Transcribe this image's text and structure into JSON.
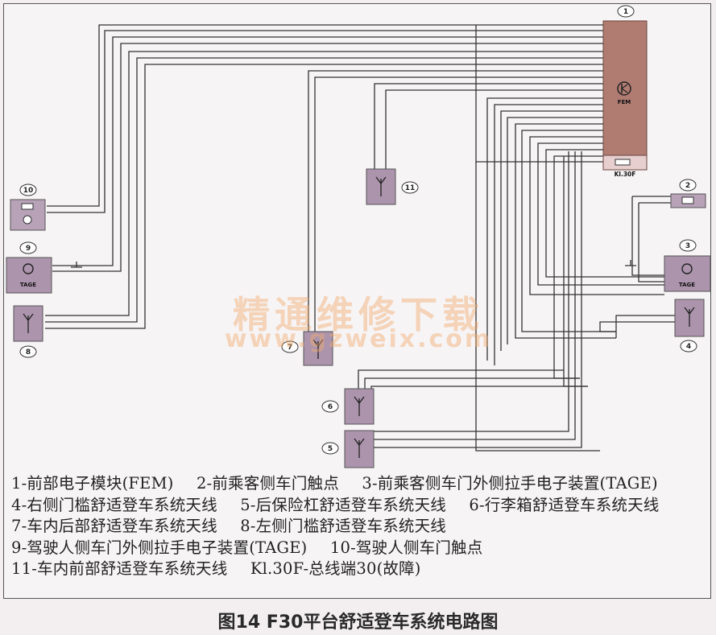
{
  "diagram": {
    "components": {
      "c1": {
        "number": "1",
        "label": "FEM",
        "terminal": "Kl.30F"
      },
      "c2": {
        "number": "2"
      },
      "c3": {
        "number": "3",
        "label": "TAGE"
      },
      "c4": {
        "number": "4"
      },
      "c5": {
        "number": "5"
      },
      "c6": {
        "number": "6"
      },
      "c7": {
        "number": "7"
      },
      "c8": {
        "number": "8"
      },
      "c9": {
        "number": "9",
        "label": "TAGE"
      },
      "c10": {
        "number": "10"
      },
      "c11": {
        "number": "11"
      }
    }
  },
  "legend": [
    "1-前部电子模块(FEM)",
    "2-前乘客侧车门触点",
    "3-前乘客侧车门外侧拉手电子装置(TAGE)",
    "4-右侧门槛舒适登车系统天线",
    "5-后保险杠舒适登车系统天线",
    "6-行李箱舒适登车系统天线",
    "7-车内后部舒适登车系统天线",
    "8-左侧门槛舒适登车系统天线",
    "9-驾驶人侧车门外侧拉手电子装置(TAGE)",
    "10-驾驶人侧车门触点",
    "11-车内前部舒适登车系统天线",
    "Kl.30F-总线端30(故障)"
  ],
  "caption": "图14 F30平台舒适登车系统电路图",
  "watermark": {
    "line1": "精通维修下载",
    "line2": "www.gzweix.com"
  },
  "colors": {
    "module": "#b07c72",
    "component": "#ac94ad",
    "wire": "#333333"
  }
}
